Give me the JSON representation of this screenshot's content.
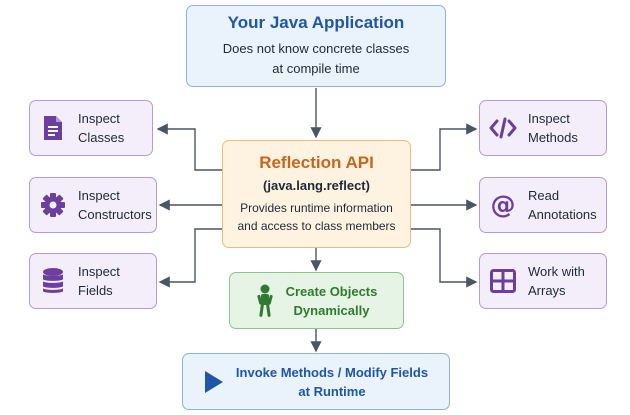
{
  "app": {
    "title": "Your Java Application",
    "subtitle": "Does not know concrete classes\nat compile time"
  },
  "reflection": {
    "title": "Reflection API",
    "package": "(java.lang.reflect)",
    "desc": "Provides runtime information\nand access to class members"
  },
  "left_items": [
    {
      "label": "Inspect\nClasses",
      "icon": "document-icon"
    },
    {
      "label": "Inspect\nConstructors",
      "icon": "gear-icon"
    },
    {
      "label": "Inspect\nFields",
      "icon": "database-icon"
    }
  ],
  "right_items": [
    {
      "label": "Inspect\nMethods",
      "icon": "code-icon"
    },
    {
      "label": "Read\nAnnotations",
      "icon": "at-icon"
    },
    {
      "label": "Work with\nArrays",
      "icon": "grid-icon"
    }
  ],
  "create": {
    "label": "Create Objects\nDynamically",
    "icon": "person-icon"
  },
  "invoke": {
    "label": "Invoke Methods / Modify Fields\nat Runtime",
    "icon": "play-icon"
  },
  "colors": {
    "blue": "#1f56a8",
    "orange": "#c9661d",
    "green": "#2f7a2f",
    "purple": "#6b3fa0",
    "arrow": "#4b5563"
  }
}
